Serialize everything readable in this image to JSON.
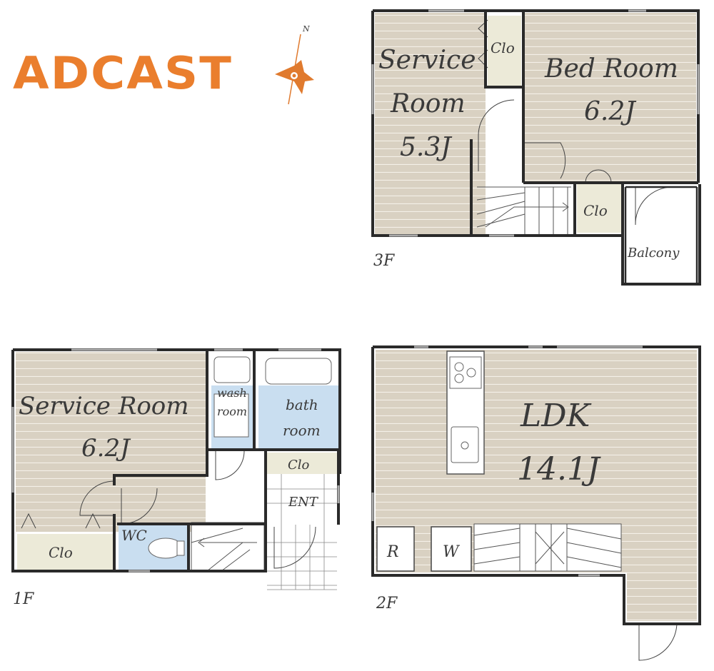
{
  "logo": {
    "text": "ADCAST",
    "color": "#ea7e2d"
  },
  "compass": {
    "north_label": "N",
    "color": "#e07a2e"
  },
  "colors": {
    "floor_wood": "#d8d0c0",
    "wet_area": "#c9def0",
    "closet": "#ecead8",
    "wall": "#2a2a2a"
  },
  "floors": {
    "third": {
      "label": "3F",
      "service_room": {
        "name_line1": "Service",
        "name_line2": "Room",
        "size": "5.3J"
      },
      "bed_room": {
        "name": "Bed Room",
        "size": "6.2J"
      },
      "closet_top": "Clo",
      "closet_small": "Clo",
      "balcony": "Balcony"
    },
    "second": {
      "label": "2F",
      "ldk": {
        "name": "LDK",
        "size": "14.1J"
      },
      "fridge": "R",
      "washer": "W"
    },
    "first": {
      "label": "1F",
      "service_room": {
        "name": "Service Room",
        "size": "6.2J"
      },
      "closet": "Clo",
      "wc": "WC",
      "wash_room_line1": "wash",
      "wash_room_line2": "room",
      "bath_room_line1": "bath",
      "bath_room_line2": "room",
      "entrance_closet": "Clo",
      "entrance": "ENT"
    }
  }
}
